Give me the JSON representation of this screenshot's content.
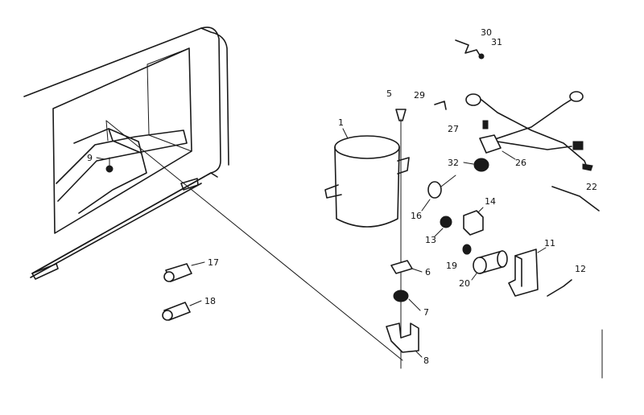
{
  "labels": {
    "p1": "1",
    "p5": "5",
    "p6": "6",
    "p7": "7",
    "p8": "8",
    "p9": "9",
    "p11": "11",
    "p12": "12",
    "p13": "13",
    "p14": "14",
    "p16": "16",
    "p17": "17",
    "p18": "18",
    "p19": "19",
    "p20": "20",
    "p22": "22",
    "p26": "26",
    "p27": "27",
    "p29": "29",
    "p30": "30",
    "p31": "31",
    "p32": "32"
  }
}
